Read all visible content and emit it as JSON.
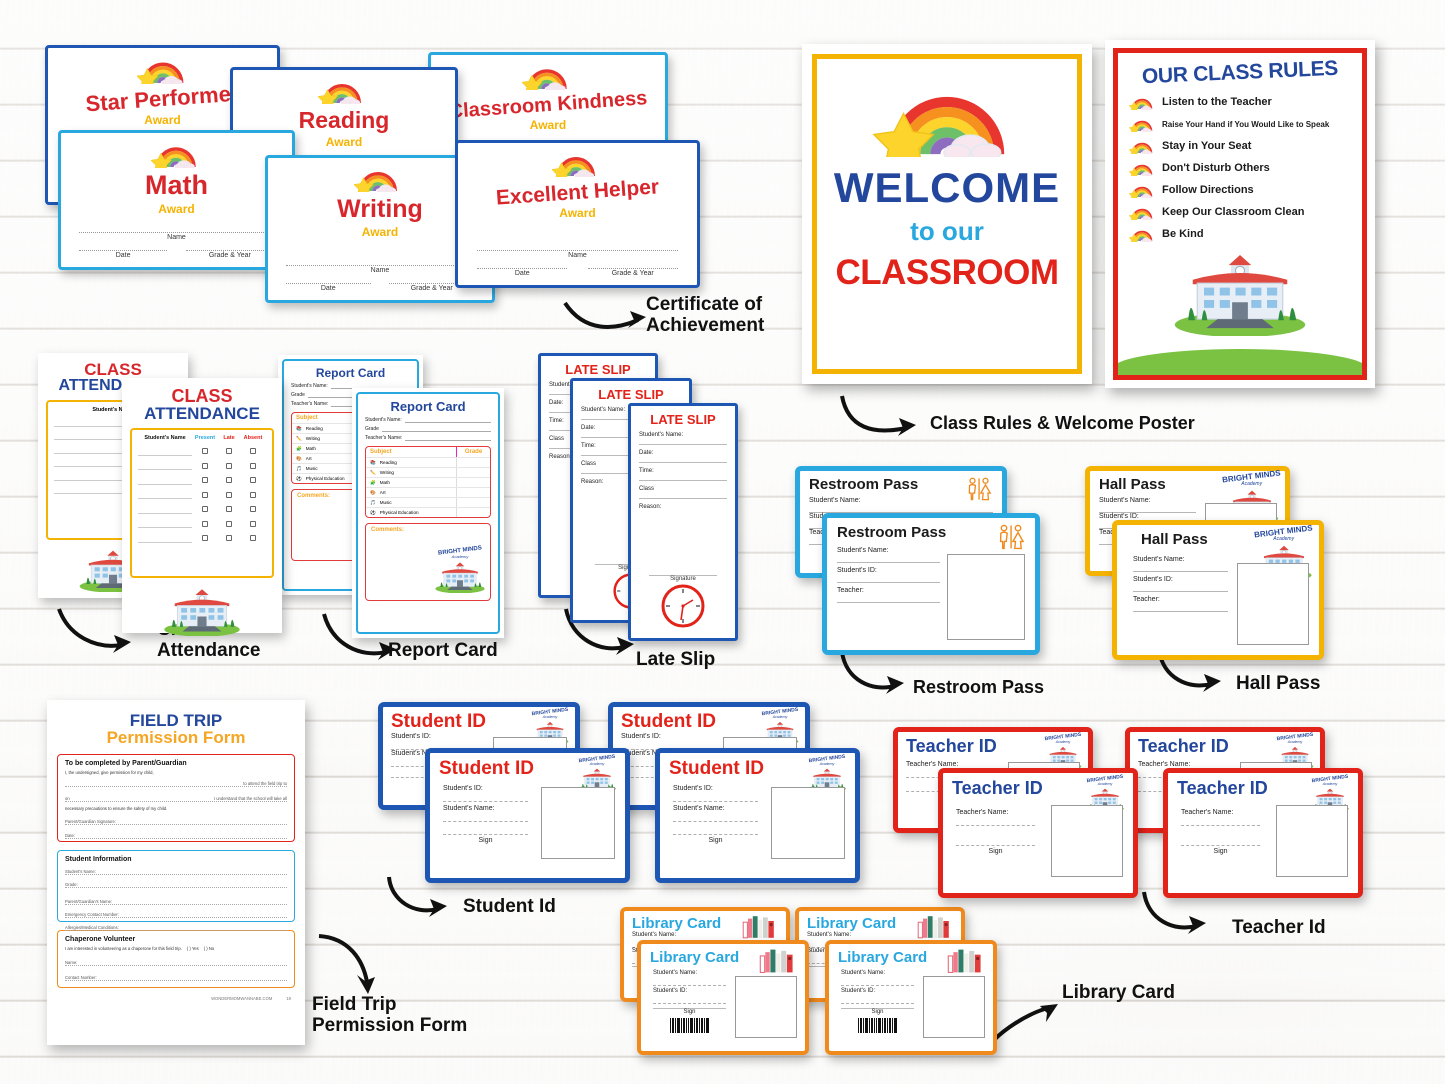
{
  "page": {
    "brand": "BRIGHT MINDS",
    "brand_sub": "Academy",
    "footer_site": "WONDERMOMWANNABE.COM",
    "footer_page": "19"
  },
  "colors": {
    "red": "#d8272c",
    "blue": "#23479c",
    "yellow": "#f5b301",
    "sky": "#29a8e0",
    "orange": "#f08a1c",
    "darkblue": "#1e57b3",
    "crimson": "#e2231a"
  },
  "certificates": {
    "award_word": "Award",
    "field_name": "Name",
    "field_date": "Date",
    "field_grade": "Grade & Year",
    "items": [
      {
        "title": "Star Performer",
        "border": "#1e57b3"
      },
      {
        "title": "Reading",
        "border": "#1e57b3"
      },
      {
        "title": "Classroom Kindness",
        "border": "#29a8e0"
      },
      {
        "title": "Math",
        "border": "#29a8e0"
      },
      {
        "title": "Writing",
        "border": "#29a8e0"
      },
      {
        "title": "Excellent Helper",
        "border": "#1e57b3"
      }
    ]
  },
  "welcome_poster": {
    "line1": "WELCOME",
    "line2": "to our",
    "line3": "CLASSROOM",
    "border": "#f5b301"
  },
  "class_rules": {
    "title": "OUR CLASS RULES",
    "border": "#e2231a",
    "rules": [
      "Listen to the Teacher",
      "Raise Your Hand if You Would Like to Speak",
      "Stay in Your Seat",
      "Don't Disturb Others",
      "Follow Directions",
      "Keep Our Classroom Clean",
      "Be Kind"
    ]
  },
  "attendance": {
    "title_line1": "CLASS",
    "title_line2": "ATTENDANCE",
    "col_name": "Student's Name",
    "col_present": "Present",
    "col_late": "Late",
    "col_absent": "Absent",
    "rows": 7
  },
  "report_card": {
    "title": "Report Card",
    "fields": [
      "Student's Name:",
      "Grade",
      "Teacher's Name:"
    ],
    "col_subject": "Subject",
    "col_grade": "Grade",
    "subjects": [
      "Reading",
      "Writing",
      "Math",
      "Art",
      "Music",
      "Physical Education"
    ],
    "comments_label": "Comments:"
  },
  "late_slip": {
    "title": "LATE SLIP",
    "fields": [
      "Student's Name:",
      "Date:",
      "Time:",
      "Class",
      "Reason:"
    ],
    "signature": "Signature"
  },
  "restroom_pass": {
    "title": "Restroom Pass",
    "fields": [
      "Student's Name:",
      "Student's ID:",
      "Teacher:"
    ]
  },
  "hall_pass": {
    "title": "Hall Pass",
    "fields": [
      "Student's Name:",
      "Student's ID:",
      "Teacher:"
    ]
  },
  "student_id": {
    "title": "Student ID",
    "fields": [
      "Student's ID:",
      "Student's Name:"
    ],
    "sign": "Sign"
  },
  "teacher_id": {
    "title": "Teacher ID",
    "fields": [
      "Teacher's Name:"
    ],
    "sign": "Sign"
  },
  "library_card": {
    "title": "Library Card",
    "fields": [
      "Student's Name:",
      "Student's ID:"
    ],
    "sign": "Sign"
  },
  "field_trip": {
    "title_line1": "FIELD TRIP",
    "title_line2": "Permission Form",
    "section1": {
      "heading": "To be completed by Parent/Guardian",
      "p1": "I, the undersigned, give permission for my child,",
      "p2": "to attend the field trip to",
      "p3": "on",
      "p4": "I understand that the school will take all",
      "p5": "necessary precautions to ensure the safety of my child.",
      "sig": "Parent/Guardian Signature:",
      "date": "Date:"
    },
    "section2": {
      "heading": "Student Information",
      "fields": [
        "Student's Name:",
        "Grade:",
        "Parent/Guardian's Name:",
        "Emergency Contact Number:",
        "Allergies/Medical Conditions:"
      ]
    },
    "section3": {
      "heading": "Chaperone Volunteer",
      "intro": "I am interested in volunteering as a chaperone for this field trip.",
      "yes": "( ) Yes",
      "no": "( ) No",
      "fields": [
        "Name:",
        "Contact Number:"
      ]
    }
  },
  "labels": [
    {
      "id": "certificate-of-achievement",
      "text": "Certificate of\nAchievement"
    },
    {
      "id": "class-rules-welcome-poster",
      "text": "Class Rules & Welcome Poster"
    },
    {
      "id": "class-attendance",
      "text": "Class\nAttendance"
    },
    {
      "id": "report-card",
      "text": "Report Card"
    },
    {
      "id": "late-slip",
      "text": "Late Slip"
    },
    {
      "id": "restroom-pass",
      "text": "Restroom Pass"
    },
    {
      "id": "hall-pass",
      "text": "Hall Pass"
    },
    {
      "id": "student-id",
      "text": "Student Id"
    },
    {
      "id": "teacher-id",
      "text": "Teacher Id"
    },
    {
      "id": "library-card",
      "text": "Library Card"
    },
    {
      "id": "field-trip-permission-form",
      "text": "Field Trip\nPermission Form"
    }
  ]
}
